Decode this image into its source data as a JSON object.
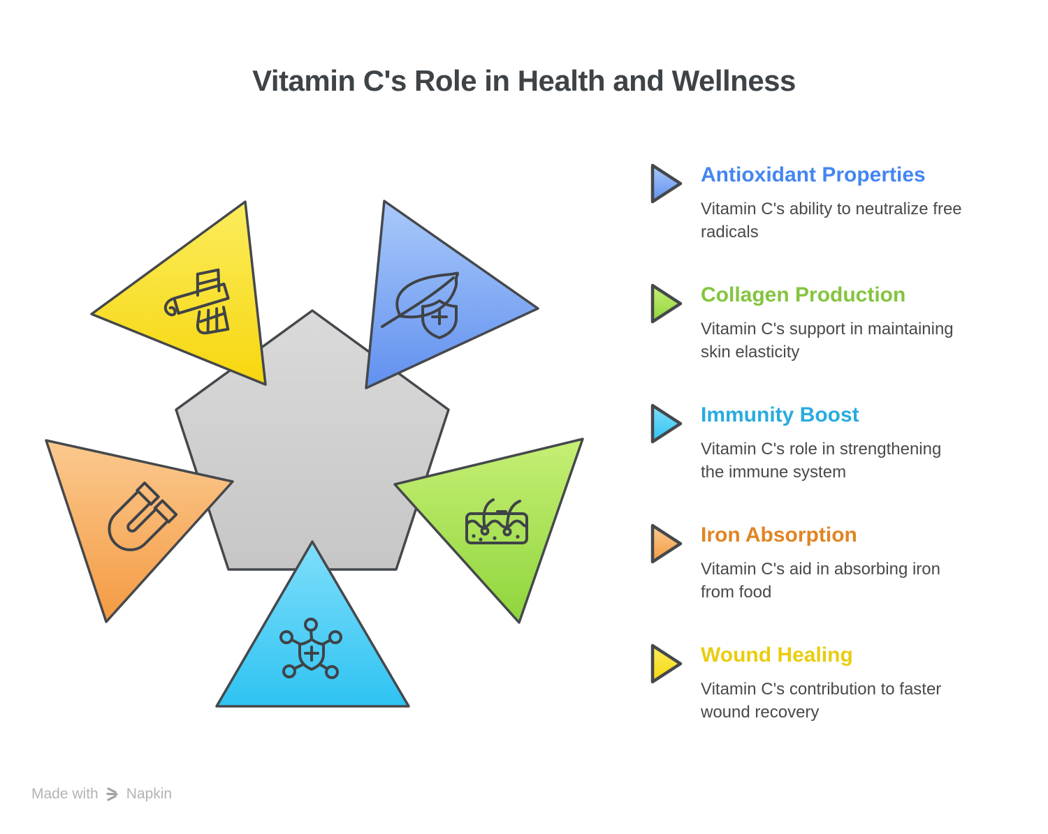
{
  "title": {
    "text": "Vitamin C's Role in Health and Wellness",
    "color": "#3E4347"
  },
  "diagram": {
    "outline_color": "#45484C",
    "icon_stroke_color": "#3F4347",
    "pentagon": {
      "color_light": "#DADADA",
      "color_dark": "#C6C6C6"
    },
    "triangles": [
      {
        "position": "top-left",
        "icon": "bandage-cast-icon",
        "color_light": "#FBEC5D",
        "color_dark": "#F7D70E"
      },
      {
        "position": "top-right",
        "icon": "leaf-shield-icon",
        "color_light": "#A9C9FA",
        "color_dark": "#6190EF"
      },
      {
        "position": "right",
        "icon": "skin-layer-icon",
        "color_light": "#C6EF75",
        "color_dark": "#8FD53C"
      },
      {
        "position": "bottom",
        "icon": "virus-shield-icon",
        "color_light": "#7FDEFA",
        "color_dark": "#2FC3F2"
      },
      {
        "position": "left",
        "icon": "magnet-icon",
        "color_light": "#FBC98F",
        "color_dark": "#F49A42"
      }
    ]
  },
  "legend": {
    "description_color": "#47494B",
    "items": [
      {
        "title": "Antioxidant Properties",
        "description": "Vitamin C's ability to neutralize free\nradicals",
        "color": "#4486F1",
        "marker_light": "#A9C9FA",
        "marker_dark": "#6190EF"
      },
      {
        "title": "Collagen Production",
        "description": "Vitamin C's support in maintaining\nskin elasticity",
        "color": "#84C43F",
        "marker_light": "#C6EF75",
        "marker_dark": "#8FD53C"
      },
      {
        "title": "Immunity Boost",
        "description": "Vitamin C's role in strengthening\nthe immune system",
        "color": "#29ABDE",
        "marker_light": "#7FDEFA",
        "marker_dark": "#2FC3F2"
      },
      {
        "title": "Iron Absorption",
        "description": "Vitamin C's aid in absorbing iron\nfrom food",
        "color": "#E08524",
        "marker_light": "#FBC98F",
        "marker_dark": "#F49A42"
      },
      {
        "title": "Wound Healing",
        "description": "Vitamin C's contribution to faster\nwound recovery",
        "color": "#E9CD0F",
        "marker_light": "#FBEC5D",
        "marker_dark": "#F7D70E"
      }
    ]
  },
  "footer": {
    "made_with": "Made with",
    "brand": "Napkin",
    "text_color": "#B3B3B3",
    "logo_color": "#9EA2A6"
  }
}
